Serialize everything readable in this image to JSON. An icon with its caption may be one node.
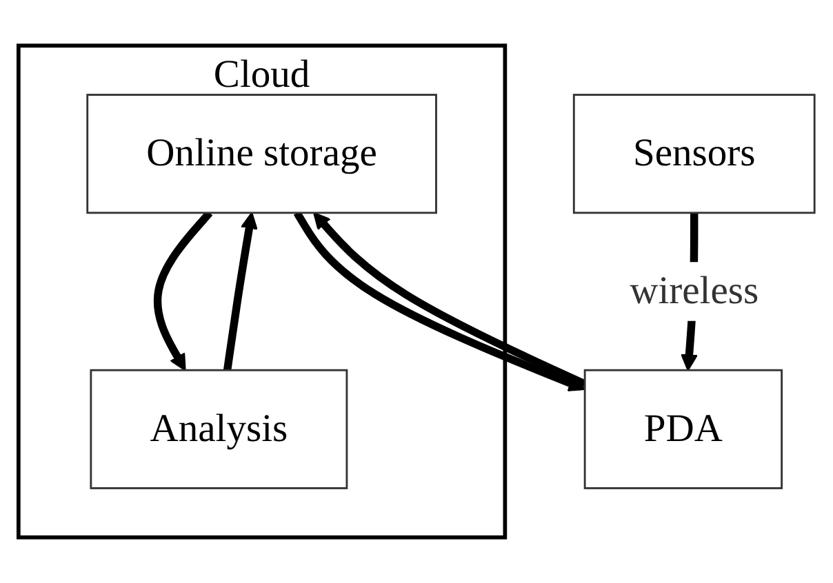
{
  "diagram": {
    "nodes": [
      {
        "text": [
          "Cloud"
        ]
      },
      {
        "text": [
          "Sensors"
        ]
      },
      {
        "text": [
          "Online storage"
        ],
        "in": 0
      },
      {
        "text": [
          "Analysis"
        ],
        "in": 0
      },
      {
        "text": [
          "PDA"
        ]
      }
    ],
    "edges": [
      {
        "from": 1,
        "to": 4,
        "arrow": "to",
        "label": "wireless"
      },
      {
        "from": 4,
        "to": 2,
        "arrow": "to"
      },
      {
        "from": 2,
        "to": 4,
        "arrow": "to"
      },
      {
        "from": 2,
        "to": 3,
        "arrow": "to"
      },
      {
        "from": 3,
        "to": 2,
        "arrow": "to"
      }
    ]
  }
}
